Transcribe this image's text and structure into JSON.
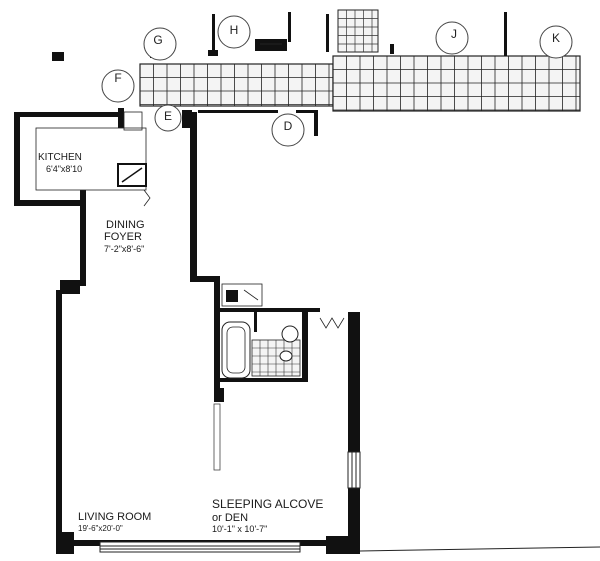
{
  "rooms": {
    "kitchen": {
      "name": "KITCHEN",
      "dims": "6'4\"x8'10"
    },
    "dining_foyer": {
      "name_line1": "DINING",
      "name_line2": "FOYER",
      "dims": "7'-2\"x8'-6\""
    },
    "living_room": {
      "name": "LIVING ROOM",
      "dims": "19'-6\"x20'-0\""
    },
    "sleeping_alcove": {
      "name_line1": "SLEEPING ALCOVE",
      "name_line2": "or DEN",
      "dims": "10'-1\" x 10'-7\""
    }
  },
  "markers": [
    "G",
    "H",
    "J",
    "K",
    "F",
    "E",
    "D"
  ],
  "colors": {
    "wall": "#111111",
    "tile": "#f4f4f4",
    "tile_grid": "#222222",
    "marker_stroke": "#444444"
  }
}
